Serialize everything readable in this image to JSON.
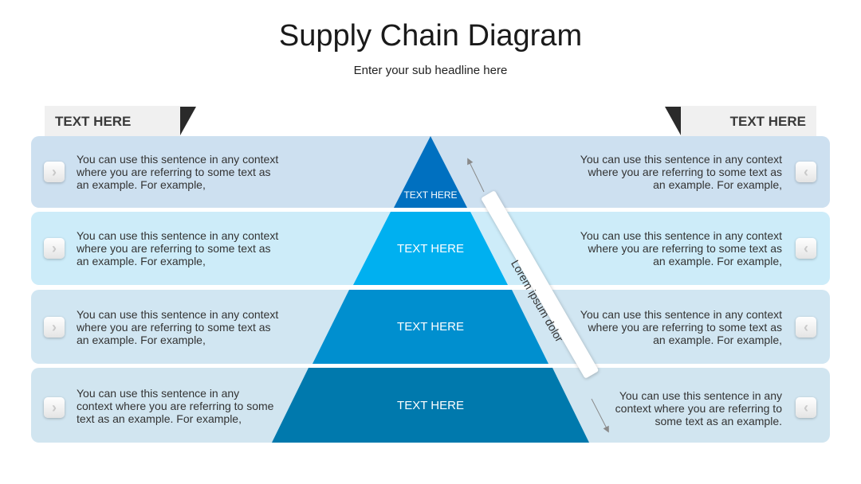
{
  "header": {
    "title": "Supply Chain Diagram",
    "subtitle": "Enter your sub headline here"
  },
  "tabs": {
    "left": "TEXT HERE",
    "right": "TEXT HERE"
  },
  "pyramid": {
    "tiers": [
      {
        "label": "TEXT HERE",
        "color": "#0070c0"
      },
      {
        "label": "TEXT HERE",
        "color": "#00b0f0"
      },
      {
        "label": "TEXT HERE",
        "color": "#008fcf"
      },
      {
        "label": "TEXT HERE",
        "color": "#0079ad"
      }
    ],
    "diagonal_label": "Lorem ipsum dolor"
  },
  "rows": [
    {
      "left": "You can use this sentence in any context where you are referring to some text as an example. For example,",
      "right": "You can use this sentence in any context where you are referring to some text as an example. For example,",
      "color": "#cde0f0"
    },
    {
      "left": "You can use this sentence in any context where you are referring to some text as an example. For example,",
      "right": "You can use this sentence in any context where you are referring to some text as an example. For example,",
      "color": "#cdecf9"
    },
    {
      "left": "You can use this sentence in any context where you are referring to some text as an example. For example,",
      "right": "You can use this sentence in any context where you are referring to some text as an example. For example,",
      "color": "#d1e6f2"
    },
    {
      "left": "You can use this sentence in any context where you are referring to some text as an example. For example,",
      "right": "You can use this sentence in any context where you are referring to some text as an example.",
      "color": "#d1e5f0"
    }
  ],
  "icons": {
    "left_arrow": "chevron-right-icon",
    "right_arrow": "chevron-left-icon"
  }
}
